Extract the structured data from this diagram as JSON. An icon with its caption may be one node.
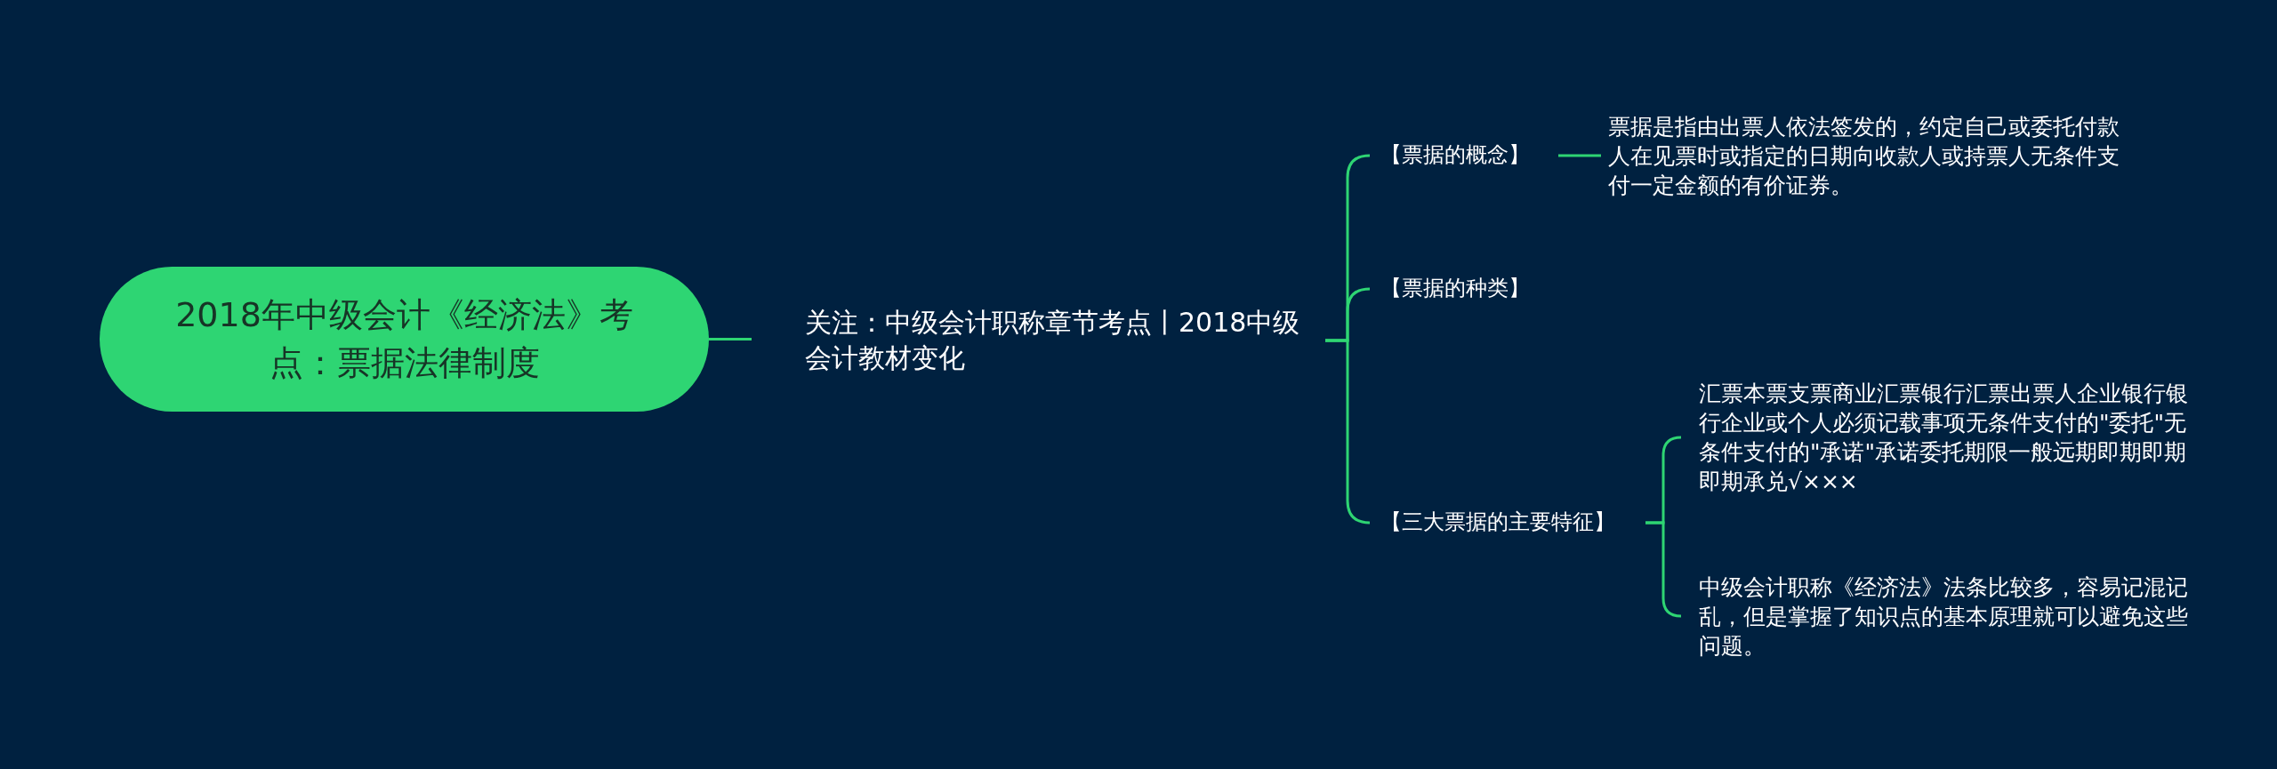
{
  "diagram": {
    "nodes": [
      {
        "text": [
          "2018年中级会计《经济法》考点：票据法律制度"
        ]
      },
      {
        "text": [
          "关注：中级会计职称章节考点丨2018中级会计教材变化"
        ]
      },
      {
        "text": [
          "【票据的概念】"
        ]
      },
      {
        "text": [
          "票据是指由出票人依法签发的，约定自己或委托付款人在见票时或指定的日期向收款人或持票人无条件支付一定金额的有价证券。"
        ]
      },
      {
        "text": [
          "【票据的种类】"
        ]
      },
      {
        "text": [
          "【三大票据的主要特征】"
        ]
      },
      {
        "text": [
          "汇票本票支票商业汇票银行汇票出票人企业银行银行企业或个人必须记载事项无条件支付的\"委托\"无条件支付的\"承诺\"承诺委托期限一般远期即期即期即期承兑√×××"
        ]
      },
      {
        "text": [
          "中级会计职称《经济法》法条比较多，容易记混记乱，但是掌握了知识点的基本原理就可以避免这些问题。"
        ]
      }
    ],
    "edges": [
      {
        "from": 0,
        "to": 1,
        "arrow": "none"
      },
      {
        "from": 1,
        "to": 2,
        "arrow": "none"
      },
      {
        "from": 1,
        "to": 4,
        "arrow": "none"
      },
      {
        "from": 1,
        "to": 5,
        "arrow": "none"
      },
      {
        "from": 2,
        "to": 3,
        "arrow": "none"
      },
      {
        "from": 5,
        "to": 6,
        "arrow": "none"
      },
      {
        "from": 5,
        "to": 7,
        "arrow": "none"
      }
    ]
  }
}
